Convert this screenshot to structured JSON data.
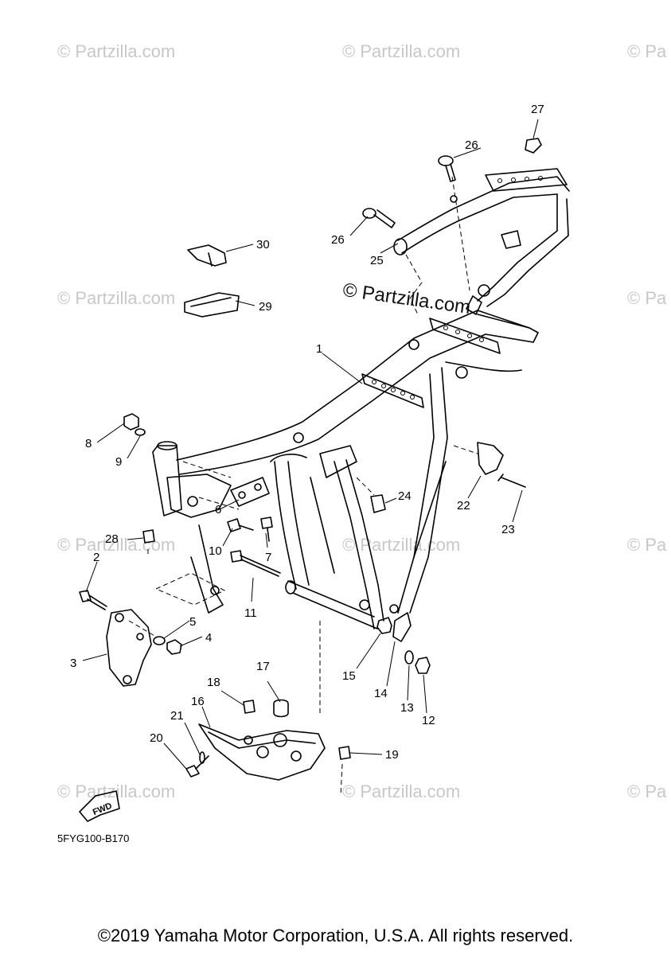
{
  "watermark": {
    "text": "© Partzilla.com",
    "partial": "© Pa"
  },
  "callouts": [
    "1",
    "2",
    "3",
    "4",
    "5",
    "6",
    "7",
    "8",
    "9",
    "10",
    "11",
    "12",
    "13",
    "14",
    "15",
    "16",
    "17",
    "18",
    "19",
    "20",
    "21",
    "22",
    "23",
    "24",
    "25",
    "26",
    "26",
    "27",
    "28",
    "29",
    "30"
  ],
  "fwd_label": "FWD",
  "drawing_code": "5FYG100-B170",
  "copyright": "©2019 Yamaha Motor Corporation, U.S.A. All rights reserved."
}
